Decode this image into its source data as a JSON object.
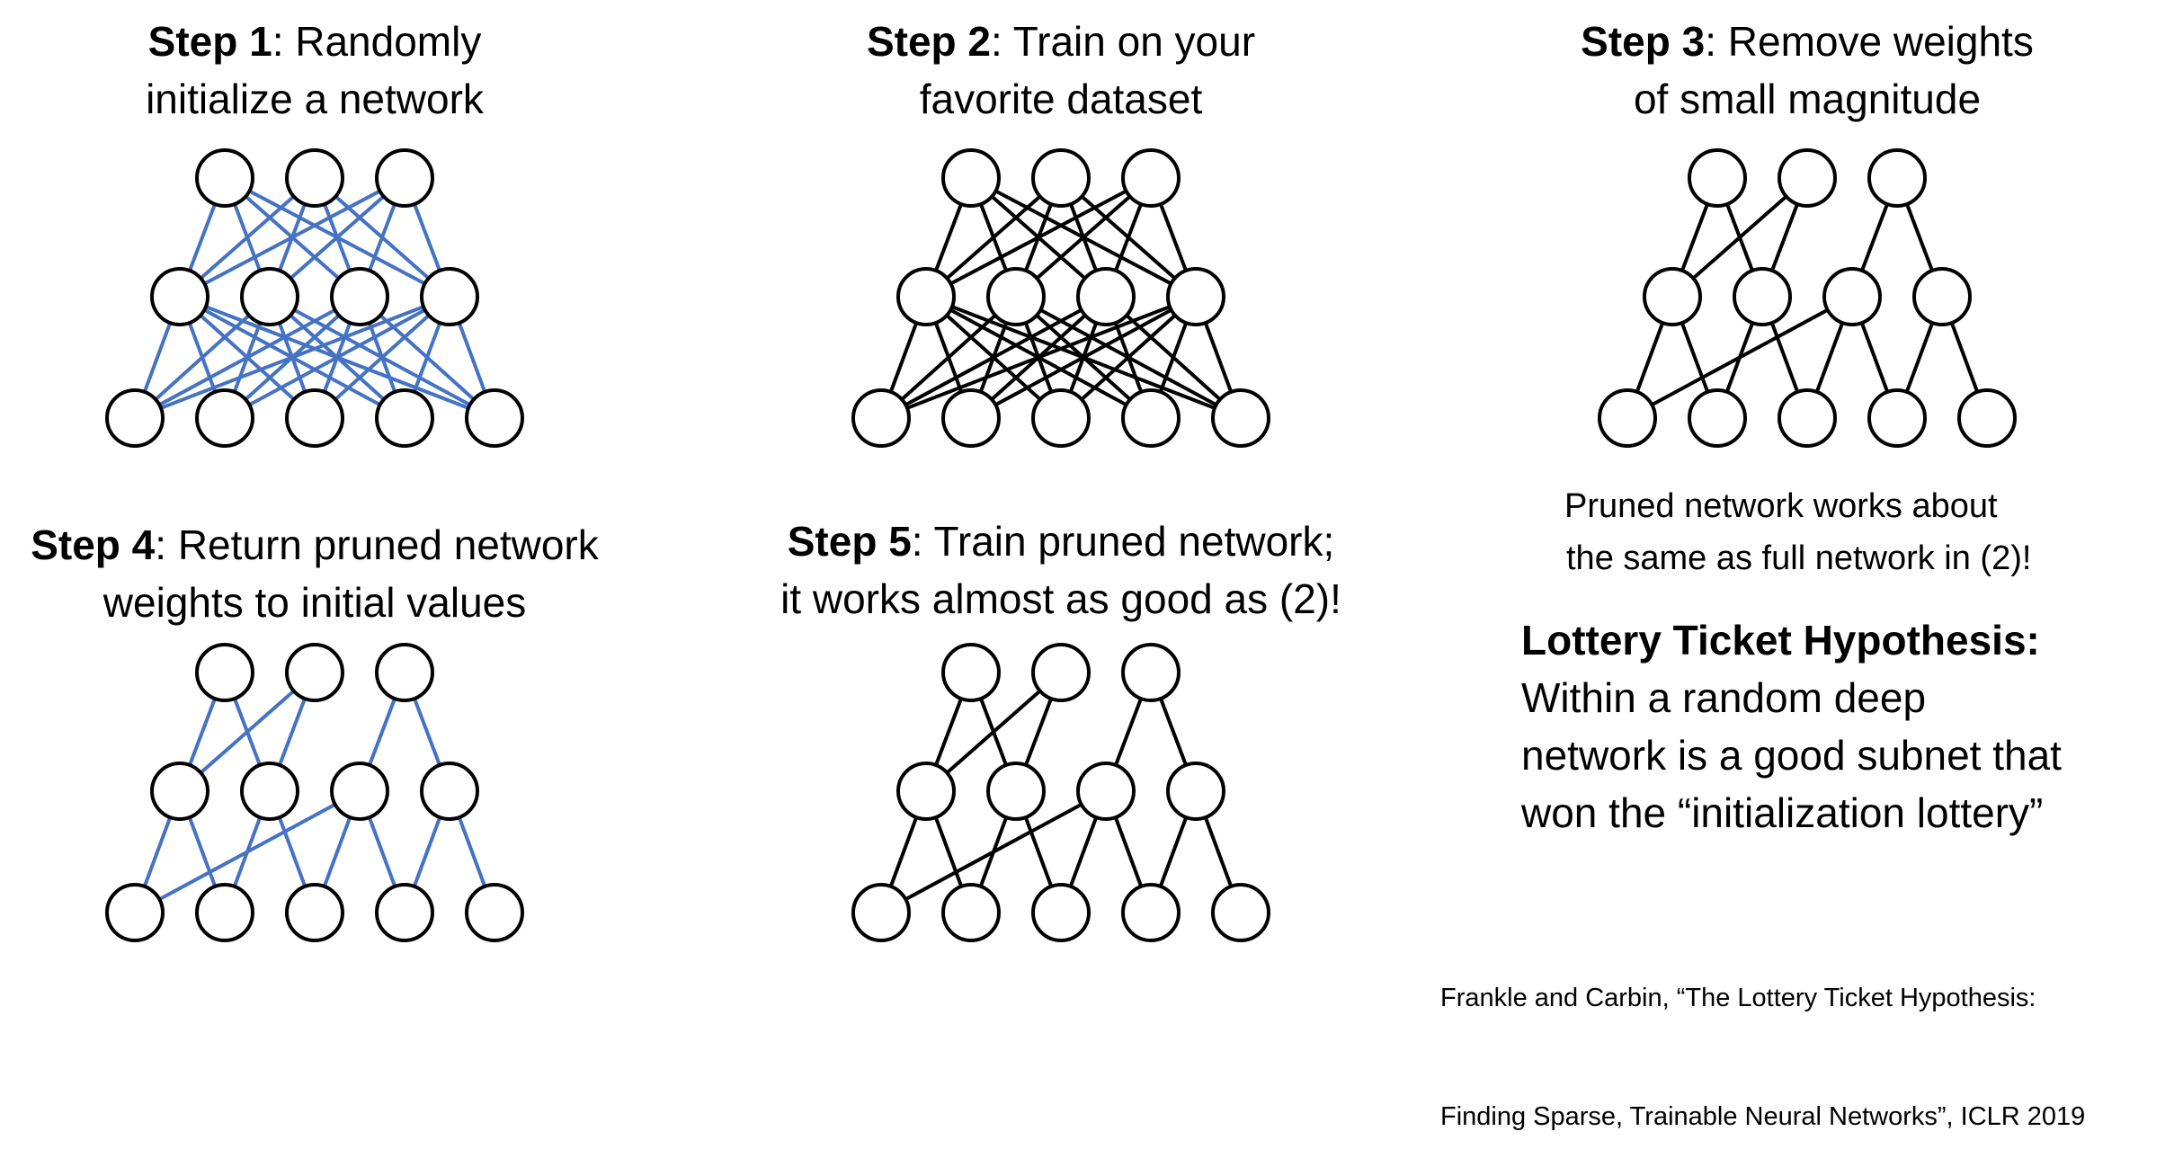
{
  "steps": [
    {
      "id": 1,
      "label": "Step 1",
      "text_line1": ": Randomly",
      "text_line2": "initialize a network",
      "edge_color": "#4472c4",
      "edges_top": [
        [
          0,
          0
        ],
        [
          0,
          1
        ],
        [
          0,
          2
        ],
        [
          0,
          3
        ],
        [
          1,
          0
        ],
        [
          1,
          1
        ],
        [
          1,
          2
        ],
        [
          1,
          3
        ],
        [
          2,
          0
        ],
        [
          2,
          1
        ],
        [
          2,
          2
        ],
        [
          2,
          3
        ]
      ],
      "edges_bottom": [
        [
          0,
          0
        ],
        [
          0,
          1
        ],
        [
          0,
          2
        ],
        [
          0,
          3
        ],
        [
          0,
          4
        ],
        [
          1,
          0
        ],
        [
          1,
          1
        ],
        [
          1,
          2
        ],
        [
          1,
          3
        ],
        [
          1,
          4
        ],
        [
          2,
          0
        ],
        [
          2,
          1
        ],
        [
          2,
          2
        ],
        [
          2,
          3
        ],
        [
          2,
          4
        ],
        [
          3,
          0
        ],
        [
          3,
          1
        ],
        [
          3,
          2
        ],
        [
          3,
          3
        ],
        [
          3,
          4
        ]
      ]
    },
    {
      "id": 2,
      "label": "Step 2",
      "text_line1": ": Train on your",
      "text_line2": "favorite dataset",
      "edge_color": "#000000",
      "edges_top": [
        [
          0,
          0
        ],
        [
          0,
          1
        ],
        [
          0,
          2
        ],
        [
          0,
          3
        ],
        [
          1,
          0
        ],
        [
          1,
          1
        ],
        [
          1,
          2
        ],
        [
          1,
          3
        ],
        [
          2,
          0
        ],
        [
          2,
          1
        ],
        [
          2,
          2
        ],
        [
          2,
          3
        ]
      ],
      "edges_bottom": [
        [
          0,
          0
        ],
        [
          0,
          1
        ],
        [
          0,
          2
        ],
        [
          0,
          3
        ],
        [
          0,
          4
        ],
        [
          1,
          0
        ],
        [
          1,
          1
        ],
        [
          1,
          2
        ],
        [
          1,
          3
        ],
        [
          1,
          4
        ],
        [
          2,
          0
        ],
        [
          2,
          1
        ],
        [
          2,
          2
        ],
        [
          2,
          3
        ],
        [
          2,
          4
        ],
        [
          3,
          0
        ],
        [
          3,
          1
        ],
        [
          3,
          2
        ],
        [
          3,
          3
        ],
        [
          3,
          4
        ]
      ]
    },
    {
      "id": 3,
      "label": "Step 3",
      "text_line1": ": Remove weights",
      "text_line2": "of small magnitude",
      "edge_color": "#000000",
      "edges_top": [
        [
          0,
          0
        ],
        [
          0,
          1
        ],
        [
          1,
          0
        ],
        [
          1,
          1
        ],
        [
          2,
          2
        ],
        [
          2,
          3
        ]
      ],
      "edges_bottom": [
        [
          0,
          0
        ],
        [
          0,
          1
        ],
        [
          1,
          1
        ],
        [
          1,
          2
        ],
        [
          2,
          2
        ],
        [
          2,
          3
        ],
        [
          2,
          0
        ],
        [
          3,
          3
        ],
        [
          3,
          4
        ]
      ]
    },
    {
      "id": 4,
      "label": "Step 4",
      "text_line1": ": Return pruned network",
      "text_line2": "weights to initial values",
      "edge_color": "#4472c4",
      "edges_top": [
        [
          0,
          0
        ],
        [
          0,
          1
        ],
        [
          1,
          0
        ],
        [
          1,
          1
        ],
        [
          2,
          2
        ],
        [
          2,
          3
        ]
      ],
      "edges_bottom": [
        [
          0,
          0
        ],
        [
          0,
          1
        ],
        [
          1,
          1
        ],
        [
          1,
          2
        ],
        [
          2,
          2
        ],
        [
          2,
          3
        ],
        [
          2,
          0
        ],
        [
          3,
          3
        ],
        [
          3,
          4
        ]
      ]
    },
    {
      "id": 5,
      "label": "Step 5",
      "text_line1": ": Train pruned network;",
      "text_line2": "it works almost as good as (2)!",
      "edge_color": "#000000",
      "edges_top": [
        [
          0,
          0
        ],
        [
          0,
          1
        ],
        [
          1,
          0
        ],
        [
          1,
          1
        ],
        [
          2,
          2
        ],
        [
          2,
          3
        ]
      ],
      "edges_bottom": [
        [
          0,
          0
        ],
        [
          0,
          1
        ],
        [
          1,
          1
        ],
        [
          1,
          2
        ],
        [
          2,
          2
        ],
        [
          2,
          3
        ],
        [
          2,
          0
        ],
        [
          3,
          3
        ],
        [
          3,
          4
        ]
      ]
    }
  ],
  "pruned_note": {
    "line1": "Pruned network works about",
    "line2": "the same as full network in (2)!"
  },
  "hypothesis": {
    "title": "Lottery Ticket Hypothesis:",
    "line1": "Within a random deep",
    "line2": "network is a good subnet that",
    "line3": "won the “initialization lottery”"
  },
  "citation": {
    "line1": "Frankle and Carbin, “The Lottery Ticket Hypothesis:",
    "line2": "Finding Sparse, Trainable Neural Networks”, ICLR 2019"
  }
}
